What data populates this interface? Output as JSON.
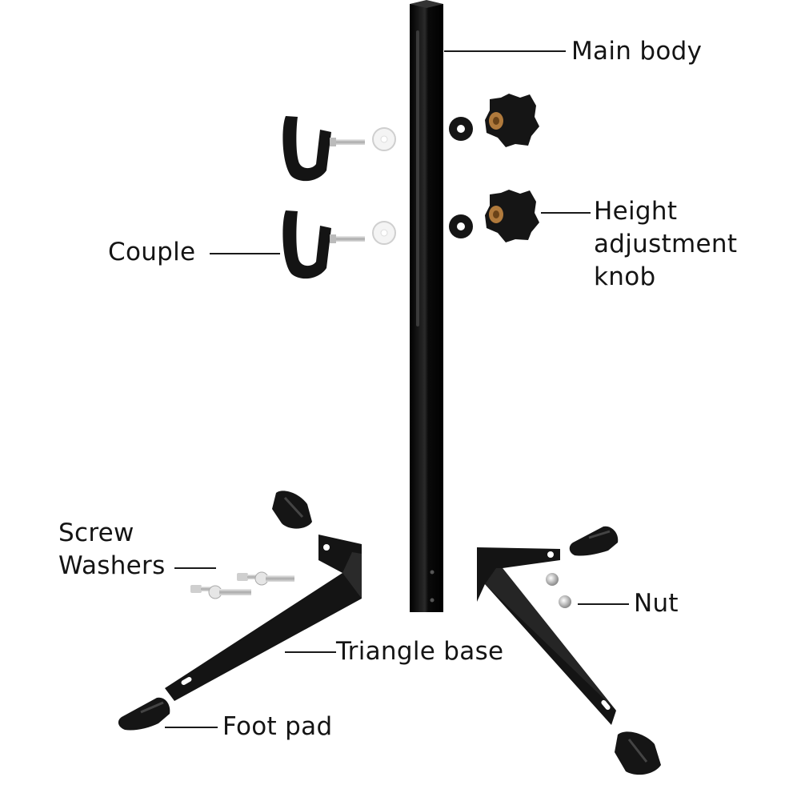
{
  "labels": {
    "main_body": "Main body",
    "height_adjustment_knob": [
      "Height",
      "adjustment",
      "knob"
    ],
    "couple": "Couple",
    "screw_washers": [
      "Screw",
      "Washers"
    ],
    "nut": "Nut",
    "triangle_base": "Triangle base",
    "foot_pad": "Foot pad"
  },
  "colors": {
    "background": "#ffffff",
    "text": "#141414",
    "metal_black": "#111111",
    "hardware_silver": "#c9c9c9",
    "knob_insert_brass": "#b07a3c"
  }
}
